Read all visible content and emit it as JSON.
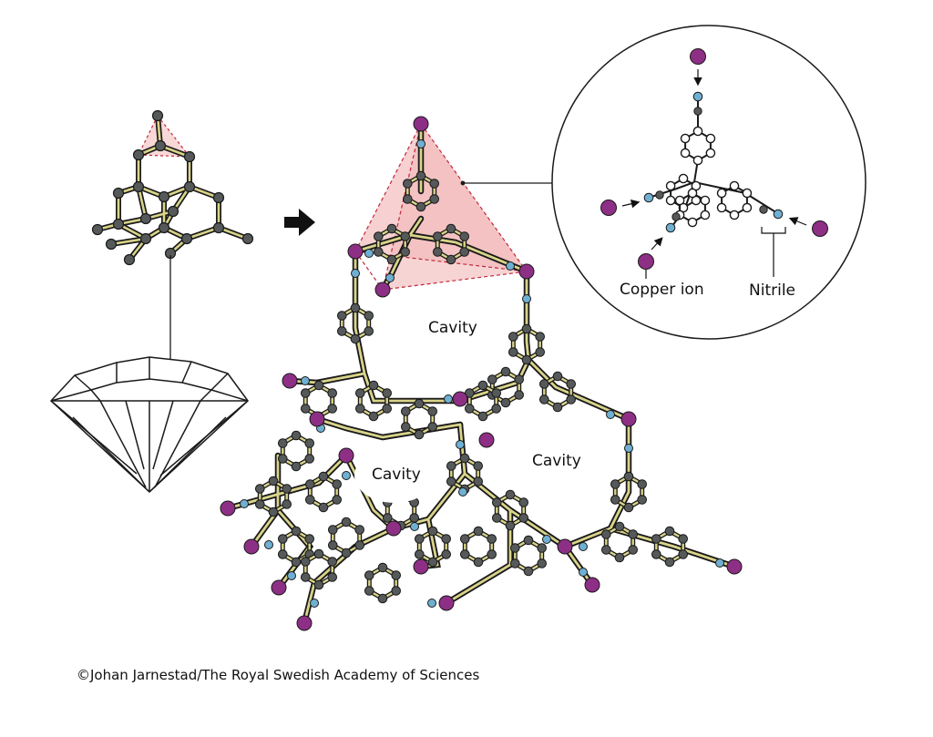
{
  "labels": {
    "cavity_top": "Cavity",
    "cavity_left": "Cavity",
    "cavity_right": "Cavity",
    "copper_ion": "Copper ion",
    "nitrile": "Nitrile"
  },
  "credit": "©Johan Jarnestad/The Royal Swedish Academy of Sciences",
  "colors": {
    "copper_ion": "#8e2f86",
    "nitrile_nitrogen": "#6fb0d2",
    "carbon_atom": "#56595a",
    "bond": "#d9d48a",
    "tetrahedron_fill": "#f6c9c9",
    "tetrahedron_edge": "#c0283a",
    "outline": "#1a1a1a"
  },
  "icons": [
    "diamond-gem-icon",
    "right-arrow-icon",
    "molecule-zoom-icon"
  ]
}
